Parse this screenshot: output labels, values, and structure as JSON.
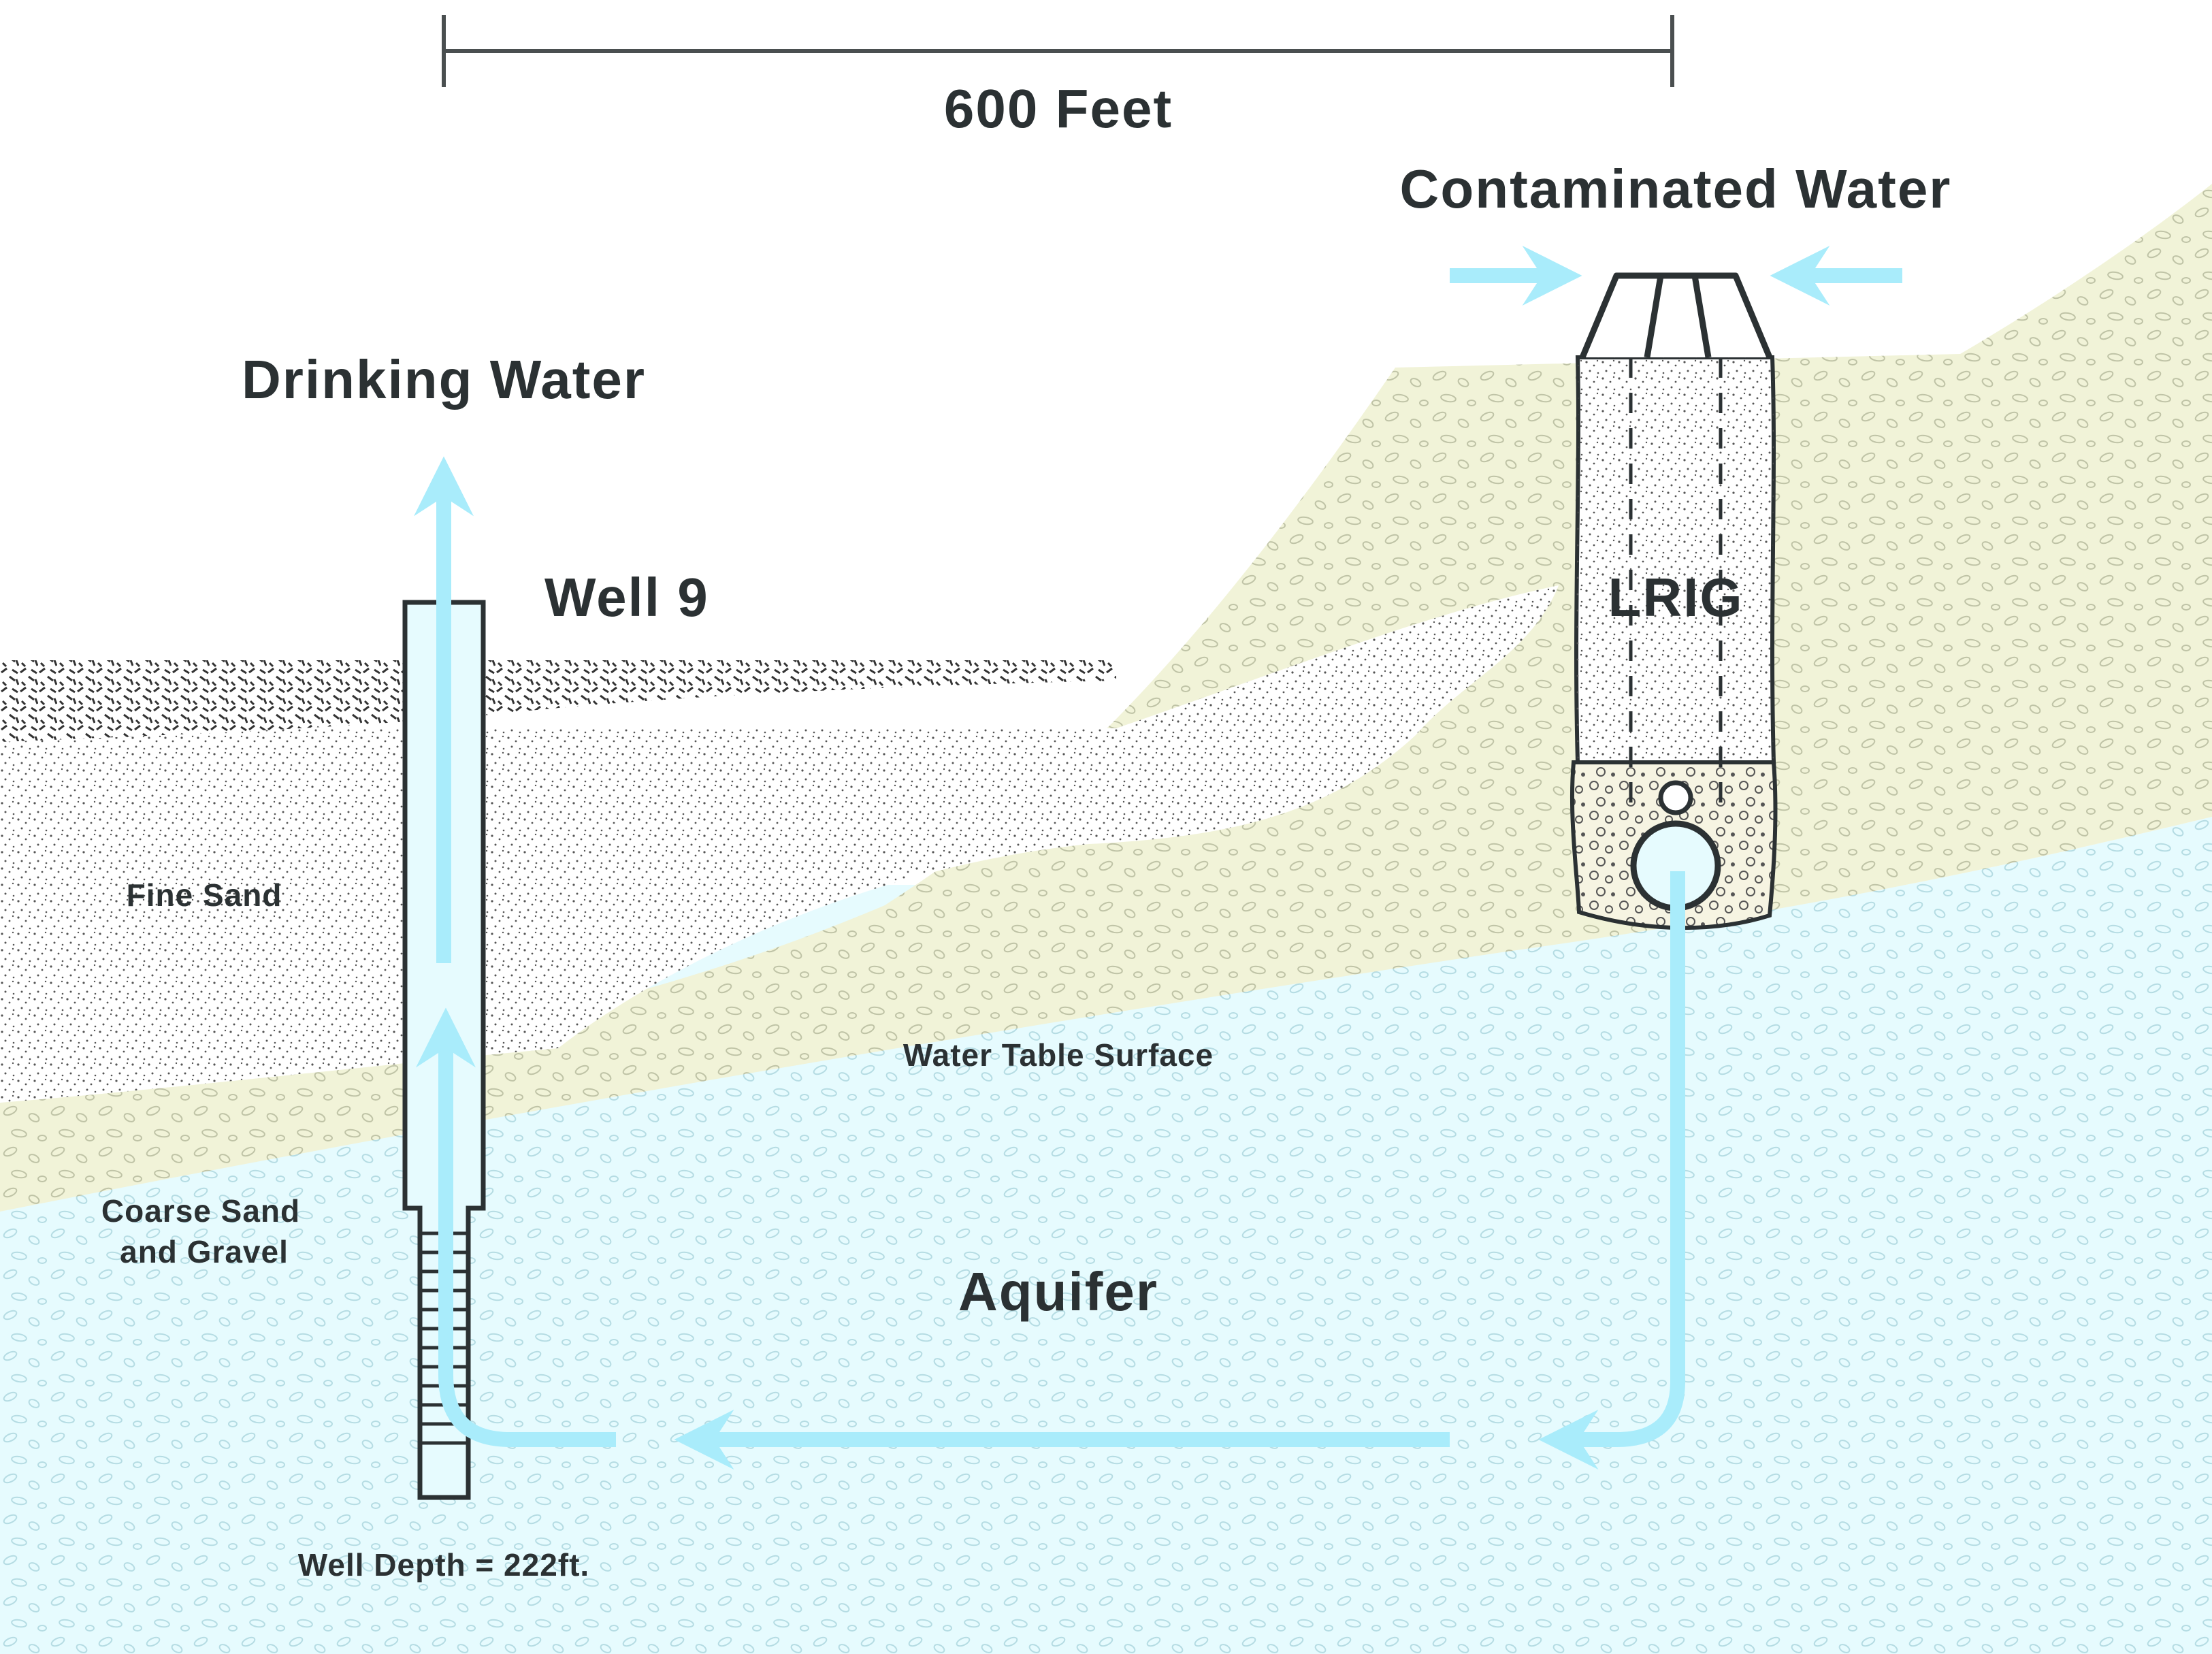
{
  "scale_label": "600 Feet",
  "contaminated_label": "Contaminated Water",
  "drinking_label": "Drinking Water",
  "well_label": "Well 9",
  "lrig_label": "LRIG",
  "fine_sand_label": "Fine Sand",
  "water_table_label": "Water Table Surface",
  "coarse_label_line1": "Coarse Sand",
  "coarse_label_line2": "and Gravel",
  "aquifer_label": "Aquifer",
  "well_depth_label": "Well Depth = 222ft.",
  "colors": {
    "water": "#e6fbfe",
    "flow": "#a9ecfb",
    "sand": "#f1f3d8",
    "outline": "#2b3133",
    "text": "#2b3133"
  }
}
